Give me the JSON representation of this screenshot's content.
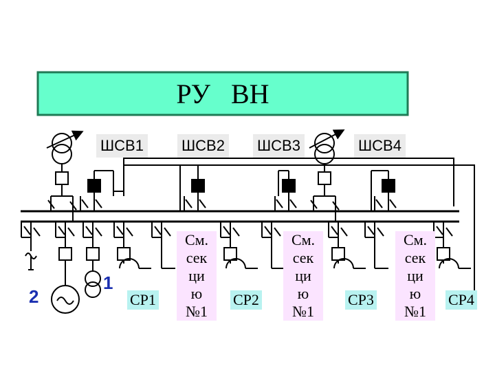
{
  "header": {
    "title": "РУ   ВН",
    "fill_color": "#66ffcc"
  },
  "bus_couplers": [
    "ШСВ1",
    "ШСВ2",
    "ШСВ3",
    "ШСВ4"
  ],
  "section_reactors": [
    "СР1",
    "СР2",
    "СР3",
    "СР4"
  ],
  "mixed_sections": [
    "См.\nсек\nци\nю\n№1",
    "См.\nсек\nци\nю\n№1",
    "См.\nсек\nци\nю\n№1"
  ],
  "markers": {
    "one": "1",
    "two": "2"
  },
  "icons": [
    "transformer-icon",
    "generator-icon",
    "reactor-icon",
    "breaker-icon",
    "disconnector-icon"
  ]
}
